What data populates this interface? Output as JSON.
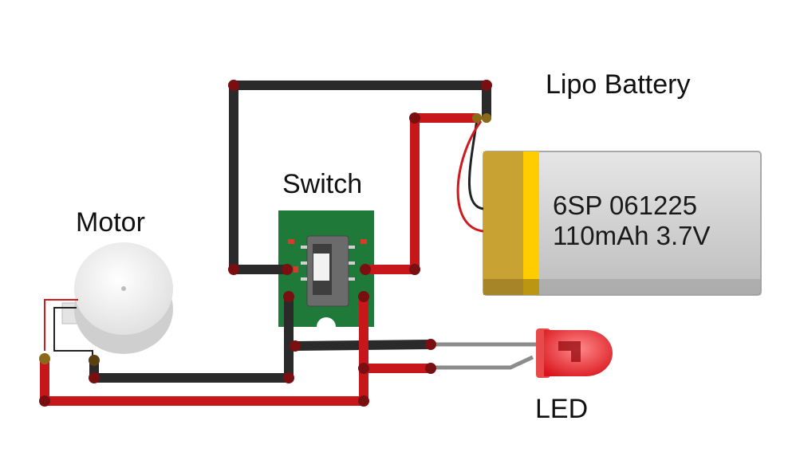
{
  "labels": {
    "battery_title": "Lipo Battery",
    "switch_title": "Switch",
    "motor_title": "Motor",
    "led_title": "LED"
  },
  "battery": {
    "model": "6SP 061225",
    "rating": "110mAh 3.7V"
  },
  "colors": {
    "wire_black": "#2a2a2a",
    "wire_red": "#c8171b",
    "wire_joint": "#7a0f12",
    "pcb_green": "#1f7a3a",
    "battery_body": "#cfcfcf",
    "battery_band": "#c8a233",
    "battery_stripe": "#ffcc00",
    "led_red": "#e8262d",
    "motor_white": "#f0f0f0"
  }
}
